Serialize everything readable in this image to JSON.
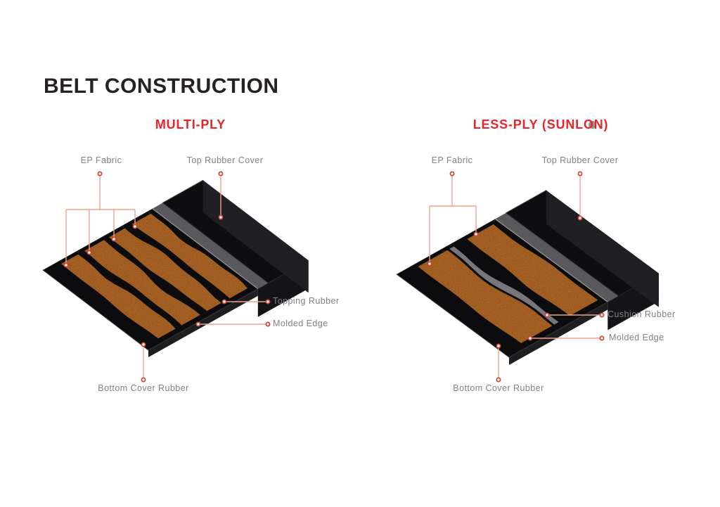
{
  "title": "BELT CONSTRUCTION",
  "colors": {
    "background": "#FFFFFF",
    "title_color": "#262224",
    "accent_red": "#E7252B",
    "label_gray": "#7F8184",
    "leader_line": "#F2A28E",
    "leader_dot": "#CC4434",
    "belt_black": "#0C0C0E",
    "top_face": "#0E0E11",
    "fabric_orange": "#C2722B",
    "step_gray": "#59595C",
    "torn_gray": "#77777B",
    "edge_gray_highlight": "#9A9A9E",
    "front_face": "#1E1E21",
    "slab_front": "#141417",
    "end_face": "#202024",
    "seam_dark": "#232327",
    "far_rim": "#46464A",
    "bottom_rim": "#3A3A3E",
    "sunlon_o_dot": "#939598"
  },
  "diagrams": [
    {
      "id": "multi-ply",
      "heading": "MULTI-PLY",
      "fabric_ply_count": 4,
      "labels": {
        "ep_fabric": "EP Fabric",
        "top_rubber_cover": "Top Rubber Cover",
        "topping_rubber": "Topping Rubber",
        "molded_edge": "Molded Edge",
        "bottom_cover_rubber": "Bottom Cover Rubber"
      }
    },
    {
      "id": "less-ply",
      "heading": "LESS-PLY (SUNLON)",
      "fabric_ply_count": 2,
      "labels": {
        "ep_fabric": "EP Fabric",
        "top_rubber_cover": "Top Rubber Cover",
        "cushion_rubber": "Cushion Rubber",
        "molded_edge": "Molded Edge",
        "bottom_cover_rubber": "Bottom Cover Rubber"
      }
    }
  ]
}
